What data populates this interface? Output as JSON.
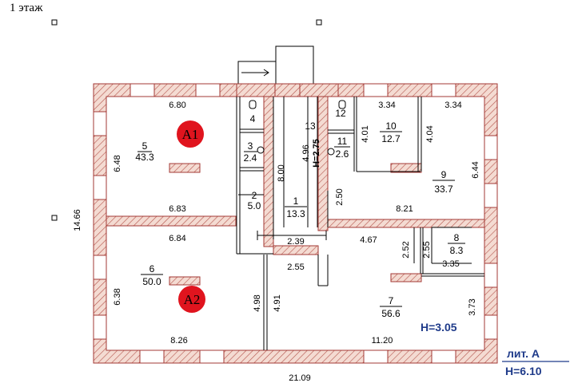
{
  "floor_title": "1 этаж",
  "colors": {
    "wall_fill": "#f2d6cc",
    "wall_stroke": "#a33a35",
    "marker": "#e0141e",
    "note": "#1f3b8a"
  },
  "rooms": [
    {
      "number": "5",
      "area": "43.3"
    },
    {
      "number": "4",
      "area": ""
    },
    {
      "number": "3",
      "area": "2.4"
    },
    {
      "number": "2",
      "area": "5.0"
    },
    {
      "number": "1",
      "area": "13.3"
    },
    {
      "number": "13",
      "area": ""
    },
    {
      "number": "12",
      "area": ""
    },
    {
      "number": "11",
      "area": "2.6"
    },
    {
      "number": "10",
      "area": "12.7"
    },
    {
      "number": "9",
      "area": "33.7"
    },
    {
      "number": "8",
      "area": "8.3"
    },
    {
      "number": "7",
      "area": "56.6"
    },
    {
      "number": "6",
      "area": "50.0"
    }
  ],
  "dimensions": {
    "d680": "6.80",
    "d648": "6.48",
    "d683": "6.83",
    "d684": "6.84",
    "d638": "6.38",
    "d826": "8.26",
    "d1466": "14.66",
    "d2109": "21.09",
    "d800": "8.00",
    "d496": "4.96",
    "h275": "H=2.75",
    "d239": "2.39",
    "d255": "2.55",
    "d498": "4.98",
    "d491": "4.91",
    "d334a": "3.34",
    "d334b": "3.34",
    "d401": "4.01",
    "d404": "4.04",
    "d644": "6.44",
    "d250": "2.50",
    "d821": "8.21",
    "d467": "4.67",
    "d252": "2.52",
    "d255b": "2.55",
    "d335": "3.35",
    "d373": "3.73",
    "d1120": "11.20"
  },
  "markers": {
    "a1": "A1",
    "a2": "A2"
  },
  "notes": {
    "height": "H=3.05",
    "lit": "лит. А",
    "total_height": "H=6.10"
  }
}
